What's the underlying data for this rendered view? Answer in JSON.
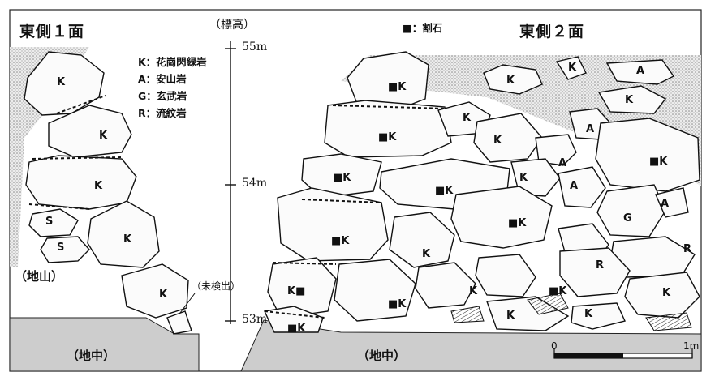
{
  "titles": {
    "east1": "東側１面",
    "east2": "東側２面"
  },
  "elevation": {
    "header": "（標高）",
    "ticks": [
      "55m",
      "54m",
      "53m"
    ]
  },
  "legend": {
    "items": [
      "K：花崗閃緑岩",
      "A：安山岩",
      "G：玄武岩",
      "R：流紋岩"
    ],
    "cut_stone": "■：割石"
  },
  "ground_labels": {
    "jiyama": "（地山）",
    "chichu_left": "（地中）",
    "chichu_right": "（地中）",
    "undetected": "（未検出）"
  },
  "scale_bar": {
    "start": "0",
    "end": "1m"
  },
  "stone_labels": {
    "west": [
      "K",
      "K",
      "K",
      "S",
      "S",
      "K",
      "K"
    ],
    "east_cut": [
      "■K",
      "■K",
      "■K",
      "■K",
      "■K",
      "K■",
      "■K",
      "■K",
      "■K",
      "■K",
      "■K"
    ],
    "east_plain": [
      "K",
      "K",
      "K",
      "K",
      "K",
      "K",
      "K",
      "K",
      "A",
      "A",
      "A",
      "A",
      "A",
      "G",
      "R",
      "R",
      "K",
      "K",
      "K"
    ]
  },
  "colors": {
    "ground": "#c9c9c9",
    "dotted_fill": "#d6d6d6",
    "line": "#111111"
  }
}
